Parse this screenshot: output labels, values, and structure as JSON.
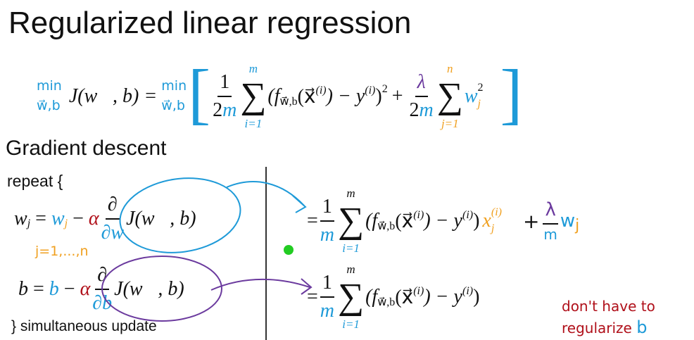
{
  "title": "Regularized linear regression",
  "cost": {
    "min": "min",
    "wb": "w⃗,b",
    "J": "J(w⃗, b) =",
    "one": "1",
    "two": "2",
    "m": "m",
    "sum_top_m": "m",
    "sum_bot_i": "i=1",
    "f": "(f",
    "f_sub": "w⃗,b",
    "x": "(x⃗",
    "x_sup": "(i)",
    "minus_y": ") − y",
    "y_sup": "(i)",
    "close_sq": ")",
    "sq": "2",
    "plus": "+",
    "lambda": "λ",
    "sum_top_n": "n",
    "sum_bot_j": "j=1",
    "w": "w",
    "w_sub": "j",
    "w_sup": "2"
  },
  "gd": {
    "heading": "Gradient descent",
    "repeat": "repeat {",
    "close": "} simultaneous update",
    "j_range": "j=1,...,n"
  },
  "wupdate": {
    "wj": "w",
    "j": "j",
    "eq": " = ",
    "wj2": "w",
    "minus": " − ",
    "alpha": "α",
    "partial": "∂",
    "dw": "∂w",
    "J": "J(w⃗, b)"
  },
  "bupdate": {
    "b": "b",
    "eq": " = ",
    "b2": "b",
    "minus": " − ",
    "alpha": "α",
    "partial": "∂",
    "db": "∂b",
    "J": "J(w⃗, b)"
  },
  "rhs1": {
    "eq": "=",
    "one": "1",
    "m": "m",
    "top": "m",
    "bot": "i=1",
    "f": "(f",
    "f_sub": "w⃗,b",
    "x": "(x⃗",
    "x_sup": "(i)",
    "minus_y": ") − y",
    "y_sup": "(i)",
    "close": ")",
    "xj": "x",
    "xj_sub": "j",
    "xj_sup": "(i)",
    "plus": "+",
    "lambda": "λ",
    "m2": "m",
    "w": "w",
    "j": "j"
  },
  "rhs2": {
    "eq": "=",
    "one": "1",
    "m": "m",
    "top": "m",
    "bot": "i=1",
    "f": "(f",
    "f_sub": "w⃗,b",
    "x": "(x⃗",
    "x_sup": "(i)",
    "minus_y": ") − y",
    "y_sup": "(i)",
    "close": ")"
  },
  "note": {
    "line1": "don't have to",
    "line2": "regularize",
    "b": "b"
  },
  "colors": {
    "blue": "#1e9ad8",
    "orange": "#f0a020",
    "purple": "#6b3a9e",
    "red": "#b0101a",
    "green": "#22cc22"
  }
}
